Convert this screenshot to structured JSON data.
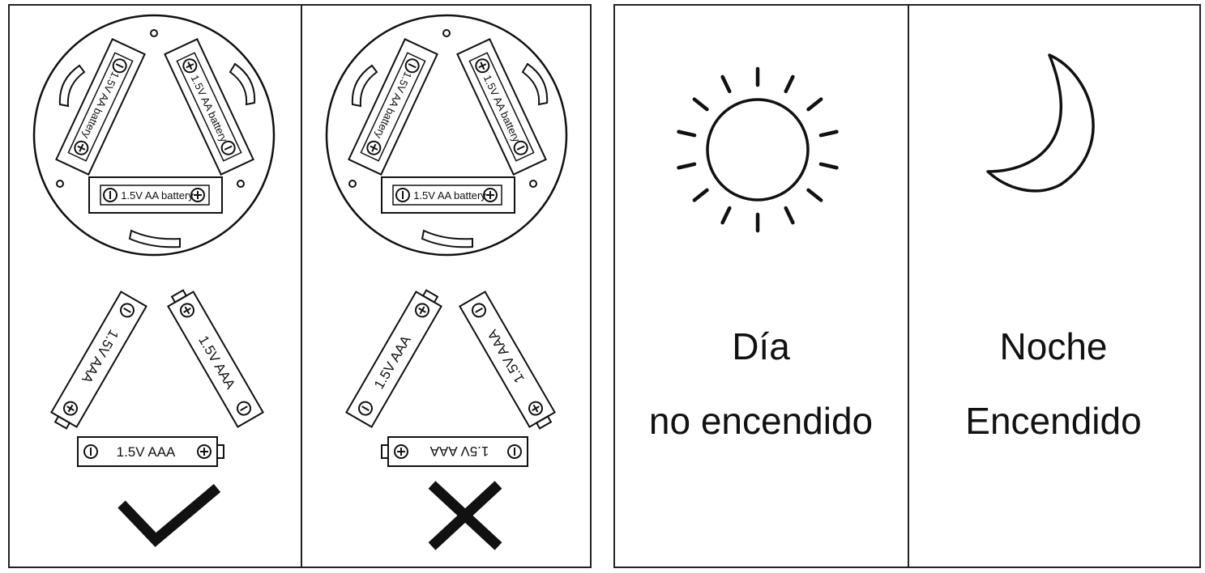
{
  "colors": {
    "ink": "#111111",
    "background": "#ffffff"
  },
  "holder": {
    "label": "1.5V AA battery"
  },
  "batteries": {
    "label": "1.5V AAA"
  },
  "correct": {
    "mark": "check-icon"
  },
  "incorrect": {
    "mark": "cross-icon"
  },
  "day": {
    "icon": "sun-icon",
    "line1": "Día",
    "line2": "no encendido"
  },
  "night": {
    "icon": "moon-icon",
    "line1": "Noche",
    "line2": "Encendido"
  }
}
